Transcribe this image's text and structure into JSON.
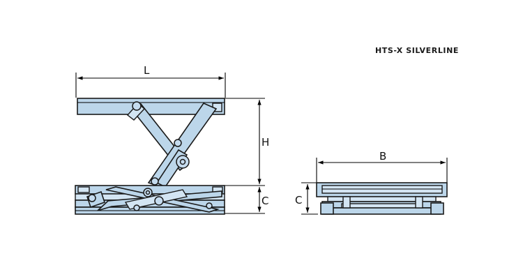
{
  "header": {
    "model": "HTS-X SILVERLINE"
  },
  "side_view": {
    "length_label": "L",
    "height_label": "H",
    "closed_height_label": "C"
  },
  "end_view": {
    "width_label": "B",
    "closed_height_label": "C"
  },
  "colors": {
    "steel": "#bcd6ea",
    "outline": "#1a1a1a",
    "background": "#ffffff"
  }
}
